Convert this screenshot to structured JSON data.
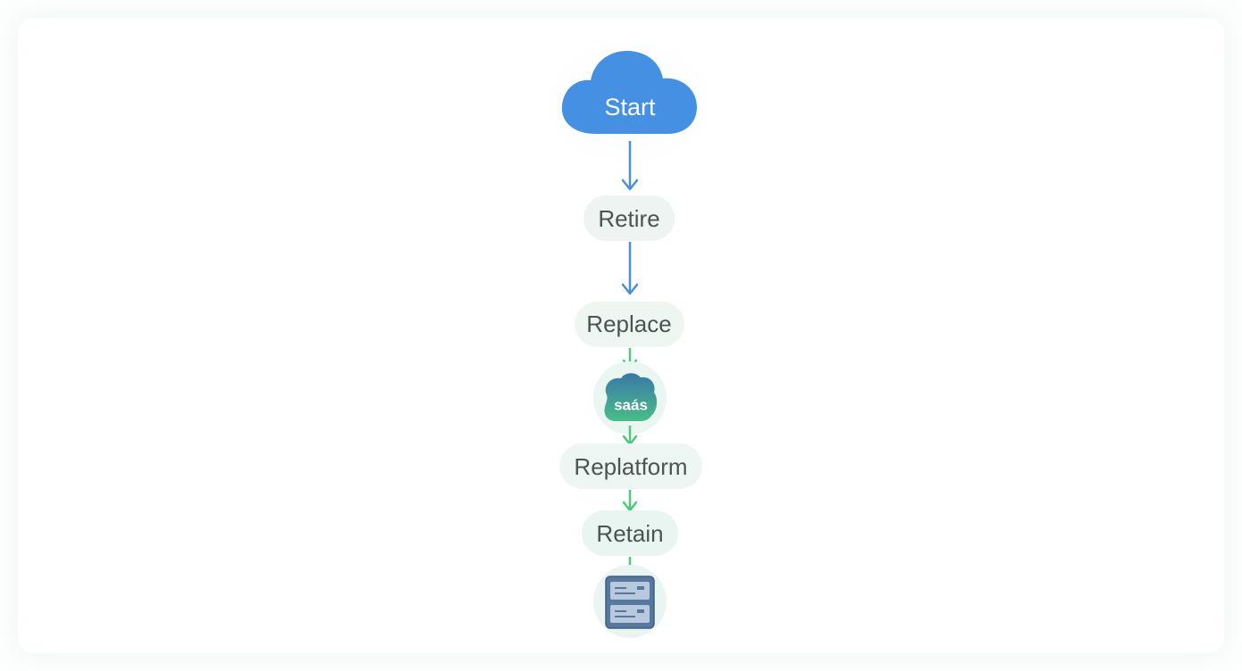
{
  "diagram": {
    "start_label": "Start",
    "steps": {
      "retire": "Retire",
      "replace": "Replace",
      "saas": "saás",
      "replatform": "Replatform",
      "retain": "Retain"
    },
    "colors": {
      "start_cloud": "#4690e4",
      "blue_arrow": "#4a8fdc",
      "green_arrow": "#4cc97a",
      "pill_fill": "#eef6f3",
      "pill_text": "#4a5452",
      "saas_cloud_top": "#3b7fa6",
      "saas_cloud_bottom": "#48b98a",
      "server_fill": "#56779e"
    },
    "icons": [
      "cloud-icon",
      "saas-cloud-icon",
      "server-icon"
    ]
  }
}
